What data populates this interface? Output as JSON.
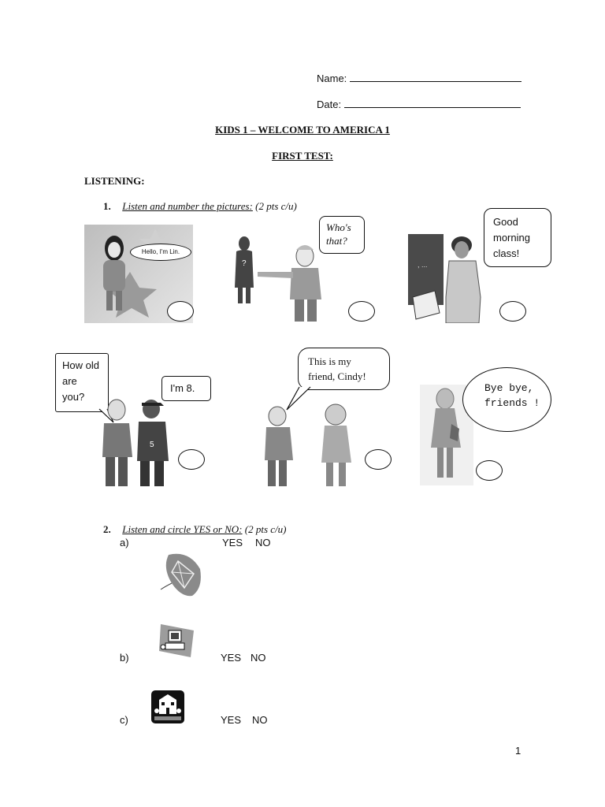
{
  "header": {
    "name_label": "Name:",
    "date_label": "Date:"
  },
  "title": "KIDS 1 – WELCOME TO AMERICA 1",
  "subtitle": "FIRST TEST:",
  "section": "LISTENING:",
  "q1": {
    "number": "1.",
    "instruction": "Listen and number the pictures:",
    "points": "(2 pts c/u)",
    "bubbles": {
      "lin": "Hello, I'm Lin.",
      "whos_that": "Who's that?",
      "good_morning": "Good morning class!",
      "how_old": "How old are you?",
      "im_8": "I'm 8.",
      "friend_cindy": "This is my friend, Cindy!",
      "bye": "Bye bye, friends !"
    }
  },
  "q2": {
    "number": "2.",
    "instruction": "Listen and circle YES or NO:",
    "points": "(2 pts c/u)",
    "items": [
      {
        "letter": "a)",
        "yes": "YES",
        "no": "NO",
        "icon": "kite-icon"
      },
      {
        "letter": "b)",
        "yes": "YES",
        "no": "NO",
        "icon": "computer-icon"
      },
      {
        "letter": "c)",
        "yes": "YES",
        "no": "NO",
        "icon": "house-icon"
      }
    ]
  },
  "page_number": "1"
}
